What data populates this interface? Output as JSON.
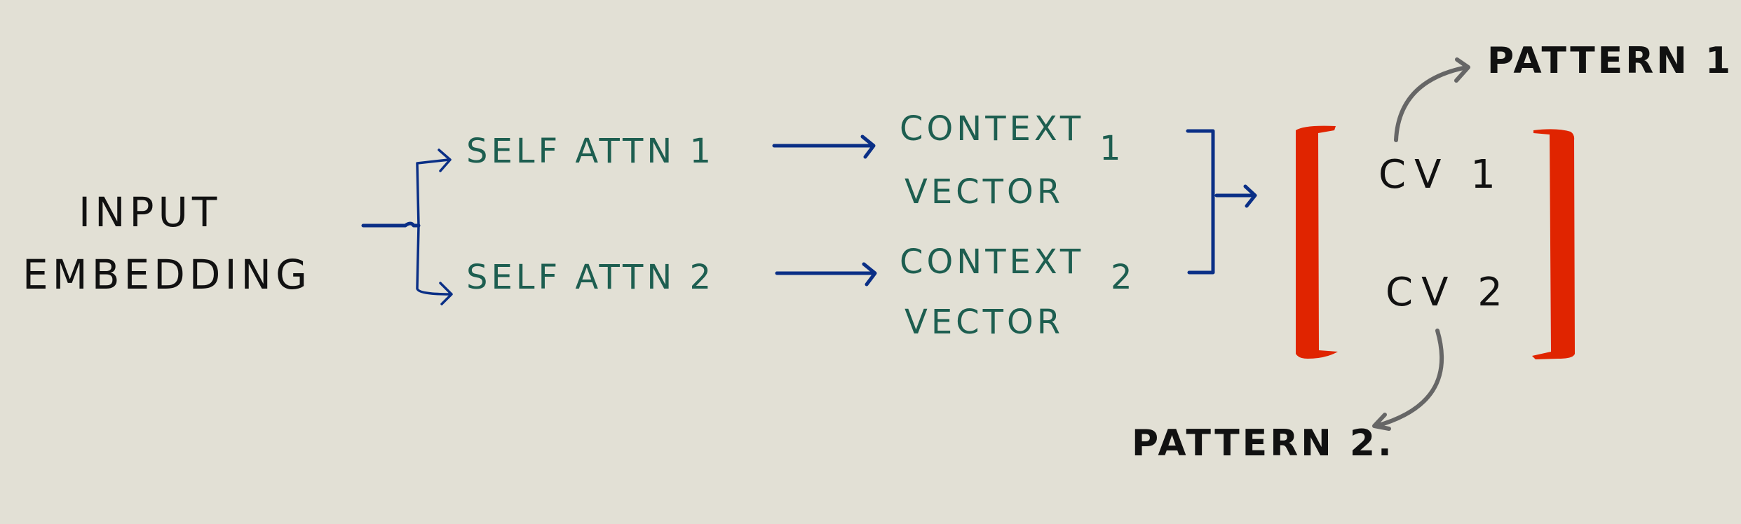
{
  "input": {
    "line1": "INPUT",
    "line2": "EMBEDDING"
  },
  "heads": [
    {
      "label": "SELF ATTN 1",
      "context_line1": "CONTEXT",
      "context_line2": "VECTOR",
      "index": "1"
    },
    {
      "label": "SELF ATTN 2",
      "context_line1": "CONTEXT",
      "context_line2": "VECTOR",
      "index": "2"
    }
  ],
  "vector": {
    "items": [
      "CV 1",
      "CV 2"
    ]
  },
  "patterns": [
    "PATTERN 1",
    "PATTERN 2."
  ],
  "colors": {
    "background": "#e2e0d5",
    "text": "#111111",
    "heads": "#1d5e50",
    "arrows": "#0a2f86",
    "bracket": "#e02400",
    "pattern_arrows": "#666666"
  }
}
